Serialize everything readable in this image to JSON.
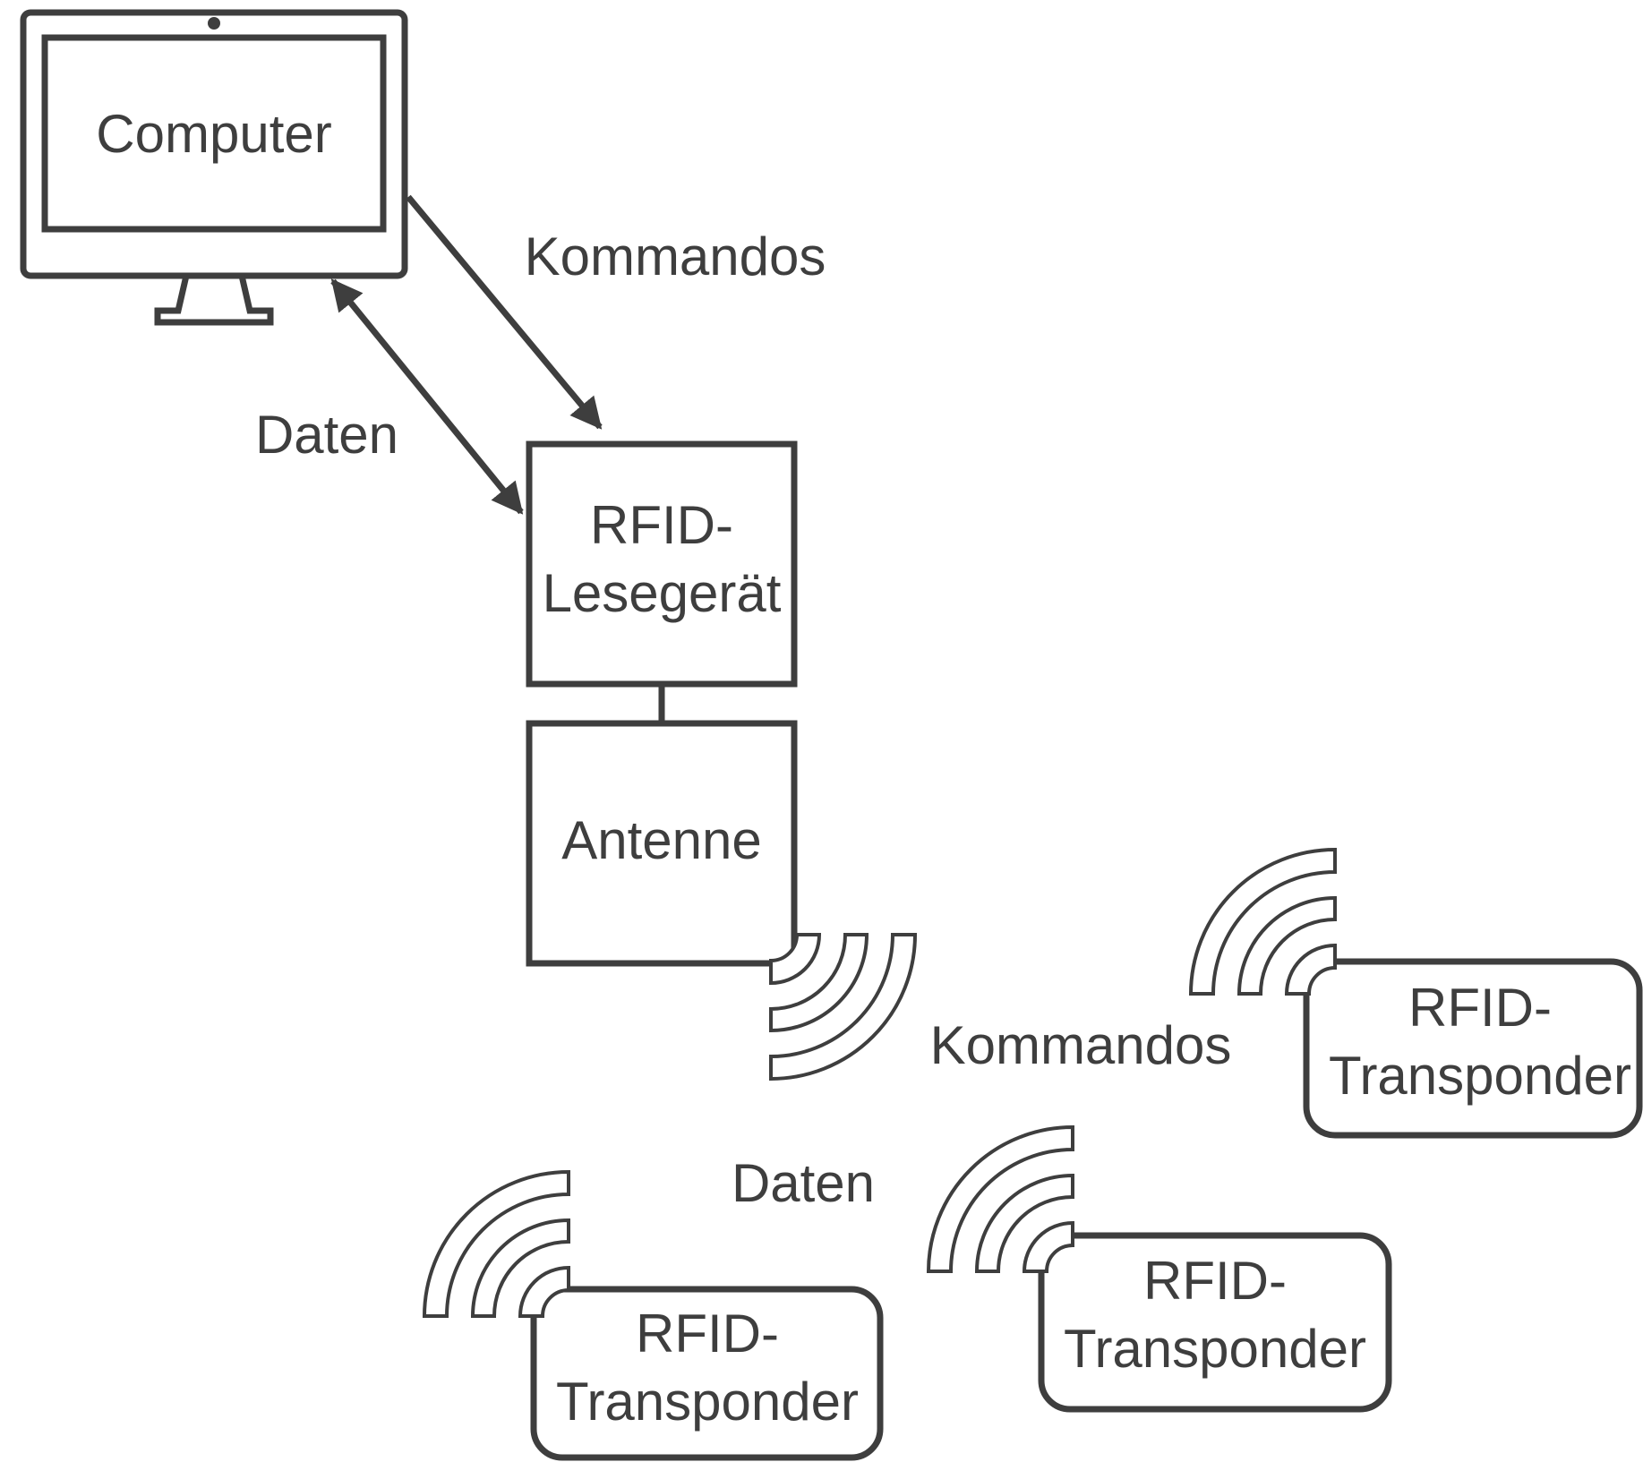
{
  "labels": {
    "computer": "Computer",
    "commands_top": "Kommandos",
    "data_top": "Daten",
    "reader_line1": "RFID-",
    "reader_line2": "Lesegerät",
    "antenna": "Antenne",
    "commands_bottom": "Kommandos",
    "data_bottom": "Daten"
  },
  "transponders": [
    {
      "line1": "RFID-",
      "line2": "Transponder"
    },
    {
      "line1": "RFID-",
      "line2": "Transponder"
    },
    {
      "line1": "RFID-",
      "line2": "Transponder"
    }
  ]
}
